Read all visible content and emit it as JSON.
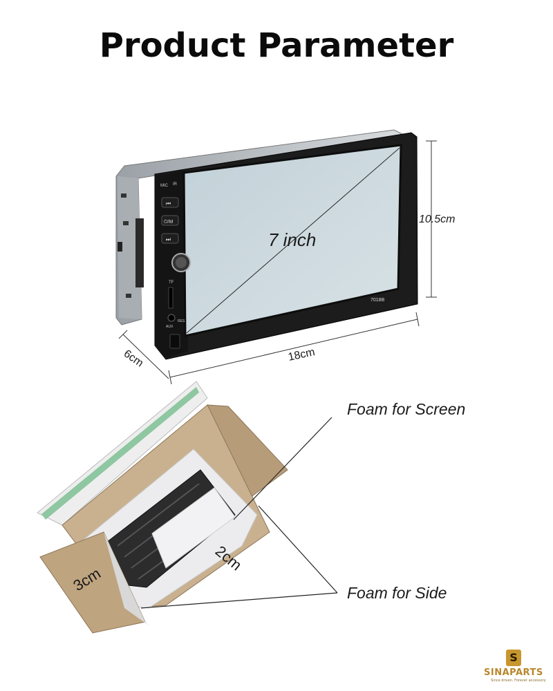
{
  "header": {
    "title": "Product Parameter"
  },
  "device": {
    "screen_label": "7 inch",
    "model_label": "7018B",
    "button_labels": {
      "mic": "MIC",
      "ir": "IR",
      "mode": "⏻/M",
      "prev": "⏮",
      "next": "⏭",
      "tf": "TF",
      "aux": "AUX",
      "res": "RES"
    },
    "dimensions": {
      "height": "10.5cm",
      "width": "18cm",
      "depth": "6cm"
    }
  },
  "packaging": {
    "foam_screen_label": "Foam for Screen",
    "foam_side_label": "Foam for Side",
    "dim_2cm": "2cm",
    "dim_3cm": "3cm"
  },
  "brand": {
    "logo_letter": "S",
    "name": "SINAPARTS",
    "tagline": "Since driven. Forever accessory",
    "color": "#c8962e"
  },
  "colors": {
    "bezel": "#1c1c1c",
    "screen": "#c9d6dc",
    "chassis": "#c8ccd0",
    "cardboard": "#b9a07f",
    "foam": "#e8e8ea"
  }
}
